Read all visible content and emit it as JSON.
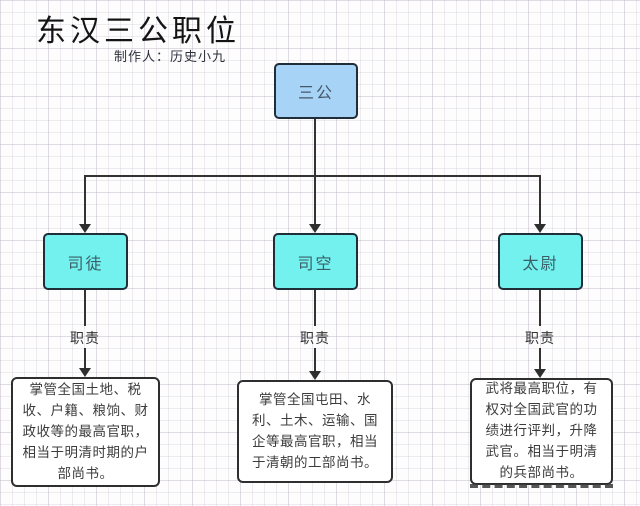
{
  "page": {
    "title": "东汉三公职位",
    "subtitle": "制作人：历史小九"
  },
  "colors": {
    "root_node_fill": "#a7d4f6",
    "child_node_fill": "#73f1ef",
    "connector_line": "#333333",
    "node_border": "#202e3a",
    "grid_line": "#d8cfdc"
  },
  "diagram": {
    "root": {
      "label": "三公"
    },
    "children": [
      {
        "label": "司徒",
        "edge_label": "职责",
        "description": "掌管全国土地、税收、户籍、粮饷、财政收等的最高官职，相当于明清时期的户部尚书。"
      },
      {
        "label": "司空",
        "edge_label": "职责",
        "description": "掌管全国屯田、水利、土木、运输、国企等最高官职，相当于清朝的工部尚书。"
      },
      {
        "label": "太尉",
        "edge_label": "职责",
        "description": "武将最高职位，有权对全国武官的功绩进行评判，升降武官。相当于明清的兵部尚书。"
      }
    ]
  }
}
